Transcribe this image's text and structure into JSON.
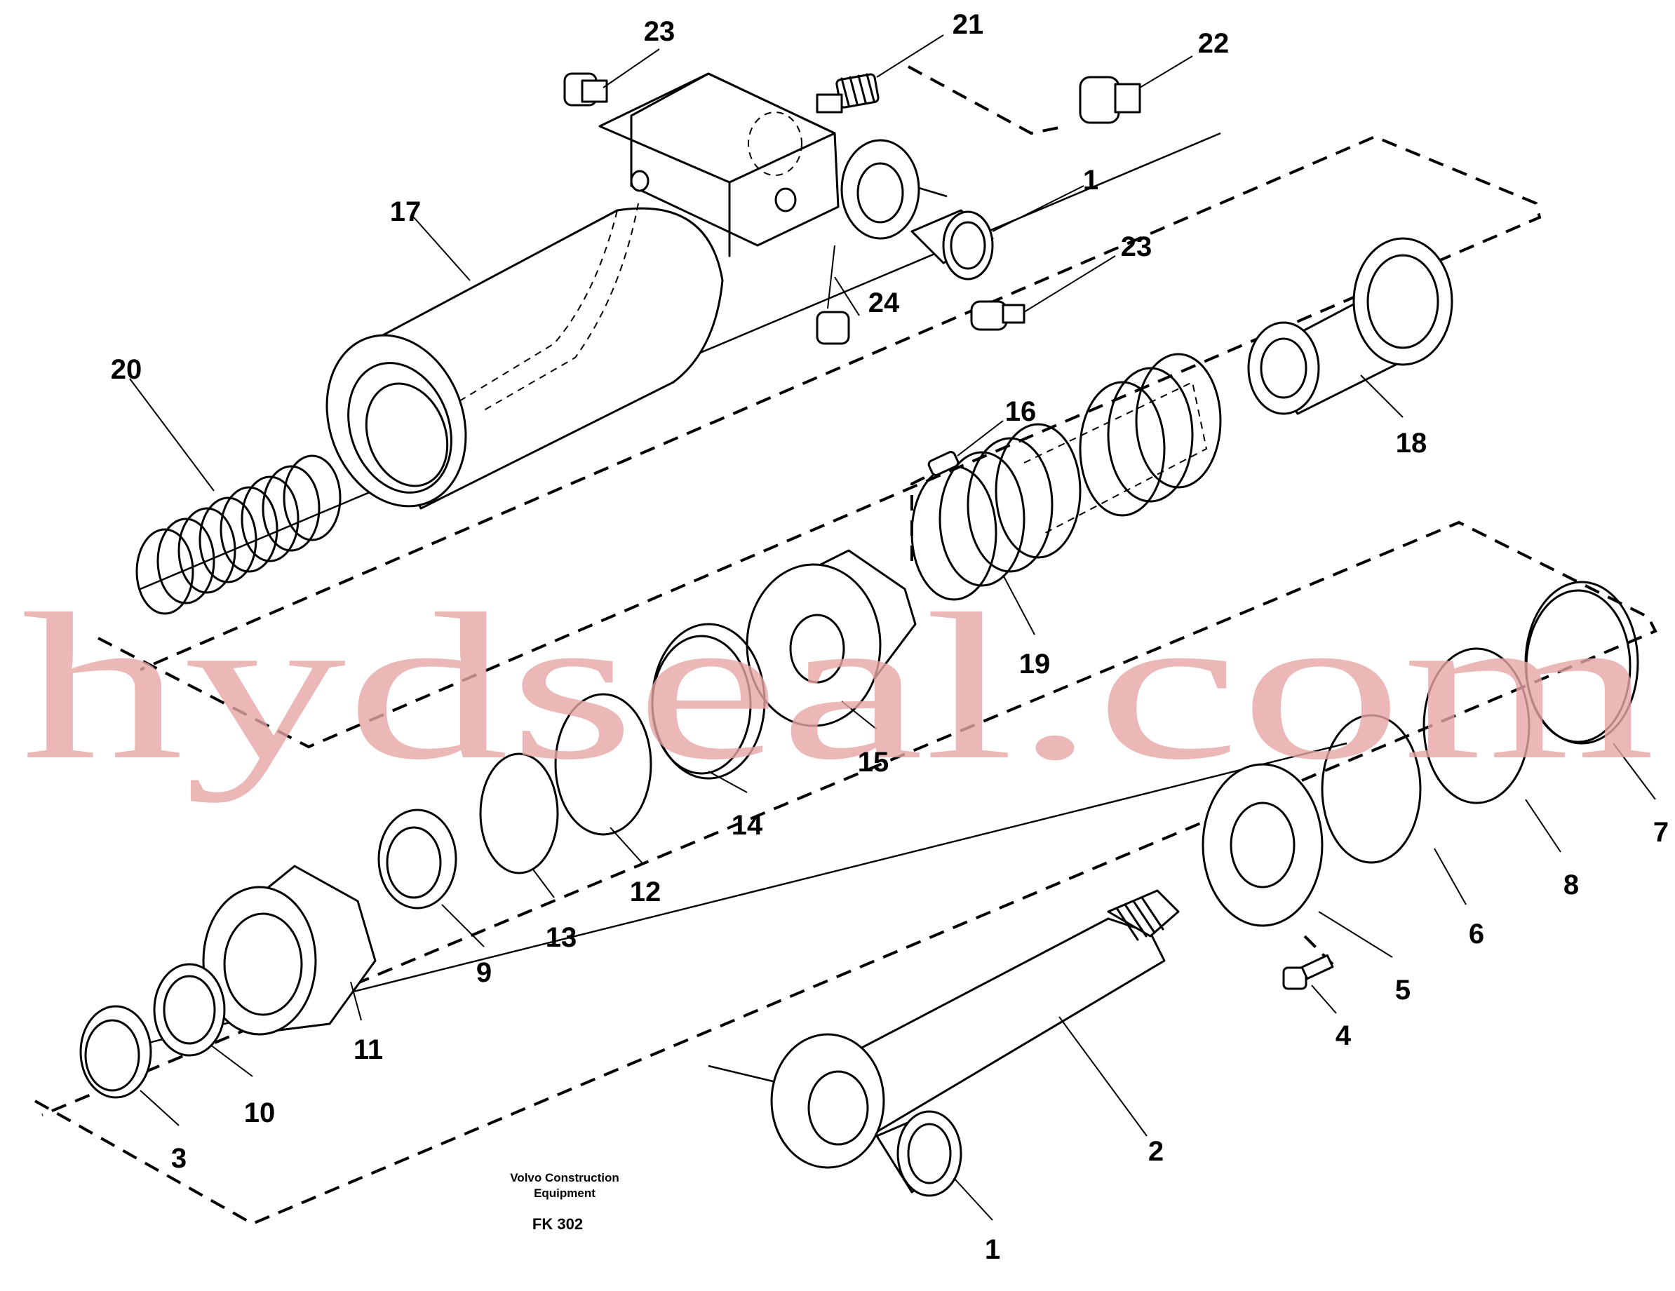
{
  "watermark": "hydseal.com",
  "caption": {
    "line1": "Volvo Construction",
    "line2": "Equipment",
    "code": "FK 302"
  },
  "callouts": [
    "23",
    "21",
    "22",
    "1",
    "17",
    "23",
    "24",
    "20",
    "16",
    "18",
    "19",
    "15",
    "14",
    "12",
    "13",
    "9",
    "11",
    "10",
    "3",
    "7",
    "8",
    "6",
    "5",
    "4",
    "2",
    "1"
  ]
}
